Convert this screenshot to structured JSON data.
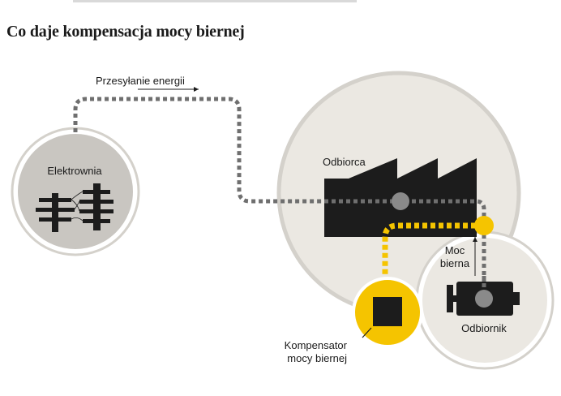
{
  "title": "Co daje kompensacja mocy biernej",
  "labels": {
    "transmission": "Przesyłanie energii",
    "power_plant": "Elektrownia",
    "consumer": "Odbiorca",
    "reactive_power": "Moc\nbierna",
    "receiver": "Odbiornik",
    "compensator": "Kompensator\nmocy biernej"
  },
  "colors": {
    "circle_fill": "#ebe8e2",
    "plant_fill": "#c9c6c1",
    "circle_stroke": "#d4d1cb",
    "dark": "#1c1c1c",
    "gray_line": "#6f6f6f",
    "yellow": "#f5c400"
  }
}
